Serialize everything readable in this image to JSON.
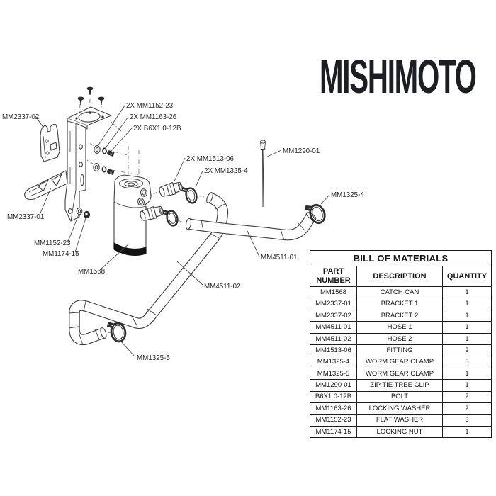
{
  "logo": {
    "text": "MISHIMOTO"
  },
  "diagram": {
    "labels": [
      {
        "text": "MM2337-02"
      },
      {
        "text": "2X MM1152-23"
      },
      {
        "text": "2X MM1163-26"
      },
      {
        "text": "2X B6X1.0-12B"
      },
      {
        "text": "MM2337-01"
      },
      {
        "text": "MM1152-23"
      },
      {
        "text": "MM1174-15"
      },
      {
        "text": "MM1568"
      },
      {
        "text": "2X MM1513-06"
      },
      {
        "text": "2X MM1325-4"
      },
      {
        "text": "MM1290-01"
      },
      {
        "text": "MM1325-4"
      },
      {
        "text": "MM4511-01"
      },
      {
        "text": "MM4511-02"
      },
      {
        "text": "MM1325-5"
      }
    ]
  },
  "bom": {
    "title": "BILL OF MATERIALS",
    "columns": [
      "PART NUMBER",
      "DESCRIPTION",
      "QUANTITY"
    ],
    "rows": [
      [
        "MM1568",
        "CATCH CAN",
        "1"
      ],
      [
        "MM2337-01",
        "BRACKET 1",
        "1"
      ],
      [
        "MM2337-02",
        "BRACKET 2",
        "1"
      ],
      [
        "MM4511-01",
        "HOSE 1",
        "1"
      ],
      [
        "MM4511-02",
        "HOSE 2",
        "1"
      ],
      [
        "MM1513-06",
        "FITTING",
        "2"
      ],
      [
        "MM1325-4",
        "WORM GEAR CLAMP",
        "3"
      ],
      [
        "MM1325-5",
        "WORM GEAR CLAMP",
        "1"
      ],
      [
        "MM1290-01",
        "ZIP TIE TREE CLIP",
        "1"
      ],
      [
        "B6X1.0-12B",
        "BOLT",
        "2"
      ],
      [
        "MM1163-26",
        "LOCKING WASHER",
        "2"
      ],
      [
        "MM1152-23",
        "FLAT WASHER",
        "3"
      ],
      [
        "MM1174-15",
        "LOCKING NUT",
        "1"
      ]
    ]
  },
  "colors": {
    "line": "#414141",
    "dark_fill": "#2d2d2d",
    "ink": "#1c1c1c",
    "logo": "#1d1d24"
  }
}
